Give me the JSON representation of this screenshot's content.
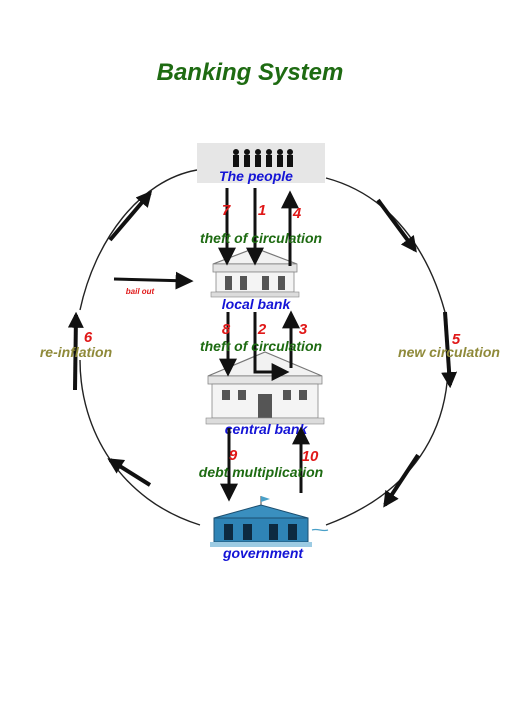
{
  "title": "Banking System",
  "nodes": {
    "people": "The people",
    "local_bank": "local bank",
    "central_bank": "central bank",
    "government": "government"
  },
  "flows": {
    "theft_upper": "theft of circulation",
    "theft_lower": "theft of circulation",
    "debt": "debt multiplication",
    "new_circulation": "new circulation",
    "re_inflation": "re-inflation",
    "bail_out": "bail out"
  },
  "steps": [
    "1",
    "2",
    "3",
    "4",
    "5",
    "6",
    "7",
    "8",
    "9",
    "10"
  ],
  "colors": {
    "title": "#1e6b12",
    "node_label": "#1414d6",
    "flow_label": "#1e6b12",
    "side_label": "#8f8a3a",
    "step": "#e01818",
    "arrow": "#111111"
  }
}
